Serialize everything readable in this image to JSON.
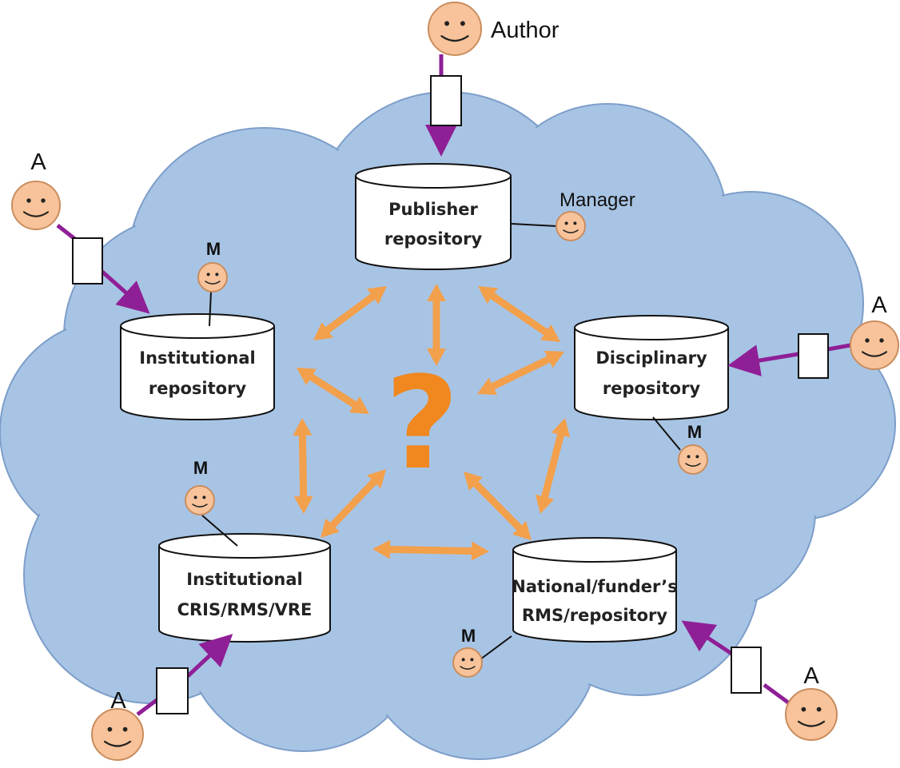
{
  "labels": {
    "author": "Author",
    "manager": "Manager",
    "author_short": "A",
    "manager_short": "M",
    "center": "?"
  },
  "repositories": {
    "publisher": [
      "Publisher",
      "repository"
    ],
    "institutional": [
      "Institutional",
      "repository"
    ],
    "disciplinary": [
      "Disciplinary",
      "repository"
    ],
    "cris": [
      "Institutional",
      "CRIS/RMS/VRE"
    ],
    "national": [
      "National/funder’s",
      "RMS/repository"
    ]
  },
  "colors": {
    "cloud": "#a8c4e4",
    "cloud_edge": "#7d9ec9",
    "face": "#f8c39a",
    "face_edge": "#c98d5e",
    "submit_arrow": "#8f1f96",
    "exchange_arrow": "#f2a04c",
    "question": "#f0871f"
  }
}
